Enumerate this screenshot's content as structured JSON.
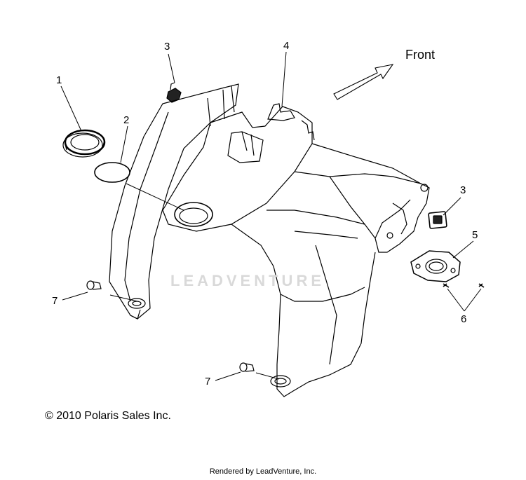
{
  "diagram": {
    "callouts": [
      {
        "id": "c1",
        "label": "1"
      },
      {
        "id": "c2",
        "label": "2"
      },
      {
        "id": "c3a",
        "label": "3"
      },
      {
        "id": "c4",
        "label": "4"
      },
      {
        "id": "c3b",
        "label": "3"
      },
      {
        "id": "c5",
        "label": "5"
      },
      {
        "id": "c6",
        "label": "6"
      },
      {
        "id": "c7a",
        "label": "7"
      },
      {
        "id": "c7b",
        "label": "7"
      }
    ],
    "direction_label": "Front",
    "watermark": "LEADVENTURE",
    "copyright": "© 2010 Polaris Sales Inc.",
    "rendered_by": "Rendered by LeadVenture, Inc."
  }
}
